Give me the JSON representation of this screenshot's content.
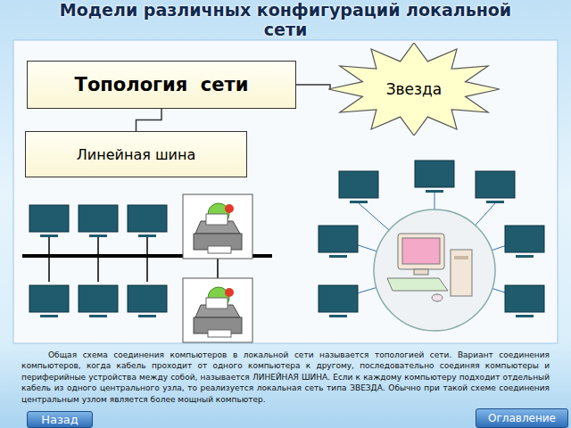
{
  "diagram": {
    "title": "Модели различных конфигураций локальной сети",
    "nodes": [
      {
        "text": [
          "Топология  сети"
        ]
      },
      {
        "text": [
          "Звезда"
        ]
      },
      {
        "text": [
          "Линейная шина"
        ]
      },
      {
        "text": [
          "Назад"
        ]
      },
      {
        "text": [
          "Оглавление"
        ]
      }
    ],
    "edges": [
      {
        "from": 0,
        "to": 1,
        "arrow": "none"
      },
      {
        "from": 0,
        "to": 2,
        "arrow": "none"
      }
    ],
    "caption": "Общая схема соединения компьютеров в локальной сети называется топологией сети. Вариант соединения компьютеров, когда кабель проходит от одного компьютера к другому, последовательно соединяя компьютеры и периферийные устройства между собой, называется ЛИНЕЙНАЯ ШИНА. Если к каждому компьютеру подходит отдельный кабель из одного центрального узла, то реализуется локальная сеть типа ЗВЕЗДА. Обычно при такой схеме соединения центральным узлом является более мощный компьютер."
  }
}
